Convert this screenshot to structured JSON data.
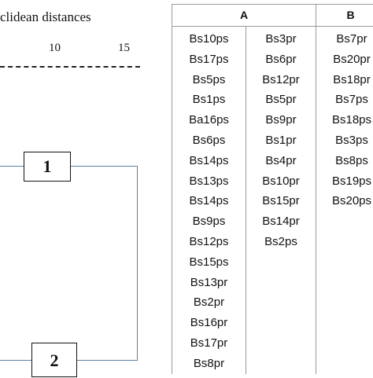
{
  "dendrogram": {
    "title": "clidean distances",
    "ticks": [
      "10",
      "15"
    ],
    "clusters": [
      "1",
      "2"
    ]
  },
  "table": {
    "headers": [
      "A",
      "B"
    ],
    "A_col1": [
      "Bs10ps",
      "Bs17ps",
      "Bs5ps",
      "Bs1ps",
      "Ba16ps",
      "Bs6ps",
      "Bs14ps",
      "Bs13ps",
      "Bs14ps",
      "Bs9ps",
      "Bs12ps",
      "Bs15ps",
      "Bs13pr",
      "Bs2pr",
      "Bs16pr",
      "Bs17pr",
      "Bs8pr"
    ],
    "A_col2": [
      "Bs3pr",
      "Bs6pr",
      "Bs12pr",
      "Bs5pr",
      "Bs9pr",
      "Bs1pr",
      "Bs4pr",
      "Bs10pr",
      "Bs15pr",
      "Bs14pr",
      "Bs2ps"
    ],
    "B_col": [
      "Bs7pr",
      "Bs20pr",
      "Bs18pr",
      "Bs7ps",
      "Bs18ps",
      "Bs3ps",
      "Bs8ps",
      "Bs19ps",
      "Bs20ps"
    ]
  }
}
